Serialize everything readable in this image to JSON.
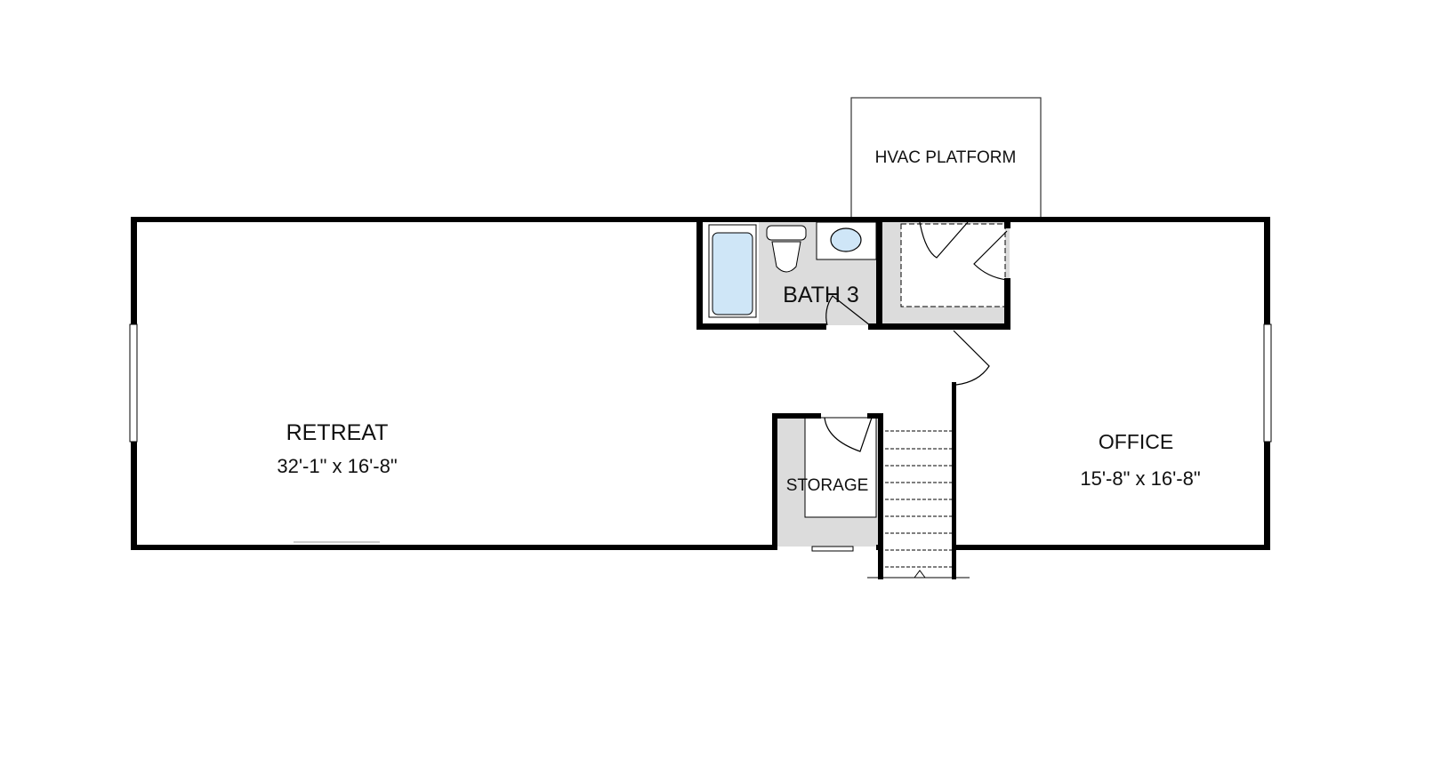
{
  "rooms": {
    "hvac": {
      "name": "HVAC PLATFORM"
    },
    "bath": {
      "name": "BATH 3"
    },
    "retreat": {
      "name": "RETREAT",
      "size": "32'-1\" x 16'-8\""
    },
    "office": {
      "name": "OFFICE",
      "size": "15'-8\" x 16'-8\""
    },
    "storage": {
      "name": "STORAGE"
    }
  },
  "colors": {
    "wall": "#000000",
    "wet_area": "#dcdcdc",
    "tub": "#cfe6f7"
  }
}
